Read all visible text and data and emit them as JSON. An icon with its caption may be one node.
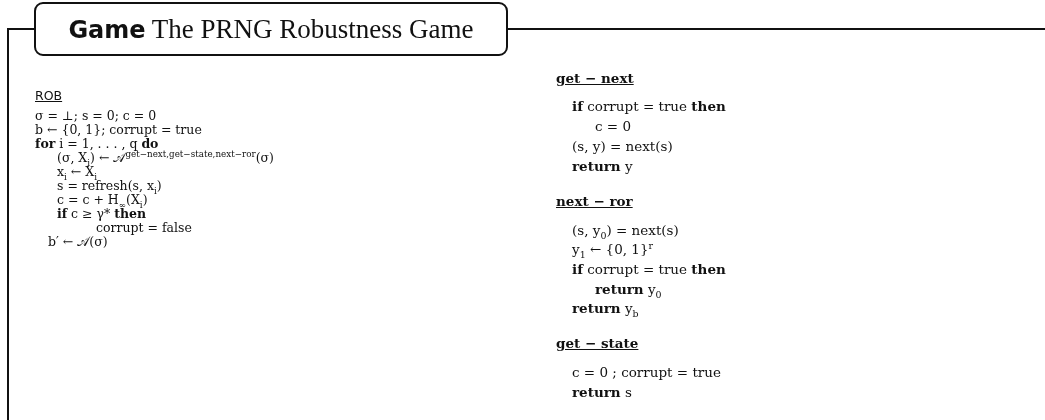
{
  "diagram": {
    "nodes": [
      {
        "text": [
          "**Game** The PRNG Robustness Game"
        ]
      }
    ],
    "labels": [
      "ROB",
      "σ = ⊥; s = 0; c = 0",
      "b ← {0, 1}; corrupt = true",
      "**for** i = 1, . . . , q **do**",
      "(σ, X$_{i}$) ← 𝒜$^{get−next,get−state,next−ror}$(σ)",
      "x$_{i}$ ← X$_{i}$",
      "s = refresh(s, x$_{i}$)",
      "c = c + H$_{∞}$(X$_{i}$)",
      "**if** c ≥ γ* **then**",
      "corrupt = false",
      "b′ ← 𝒜(σ)",
      "get − next",
      "**if** corrupt = true **then**",
      "c = 0",
      "(s, y) = next(s)",
      "**return** y",
      "next − ror",
      "(s, y$_{0}$) = next(s)",
      "y$_{1}$ ← {0, 1}$^{r}$",
      "**if** corrupt = true **then**",
      "**return** y$_{0}$",
      "**return** y$_{b}$",
      "get − state",
      "c = 0 ; corrupt = true",
      "**return** s"
    ]
  }
}
